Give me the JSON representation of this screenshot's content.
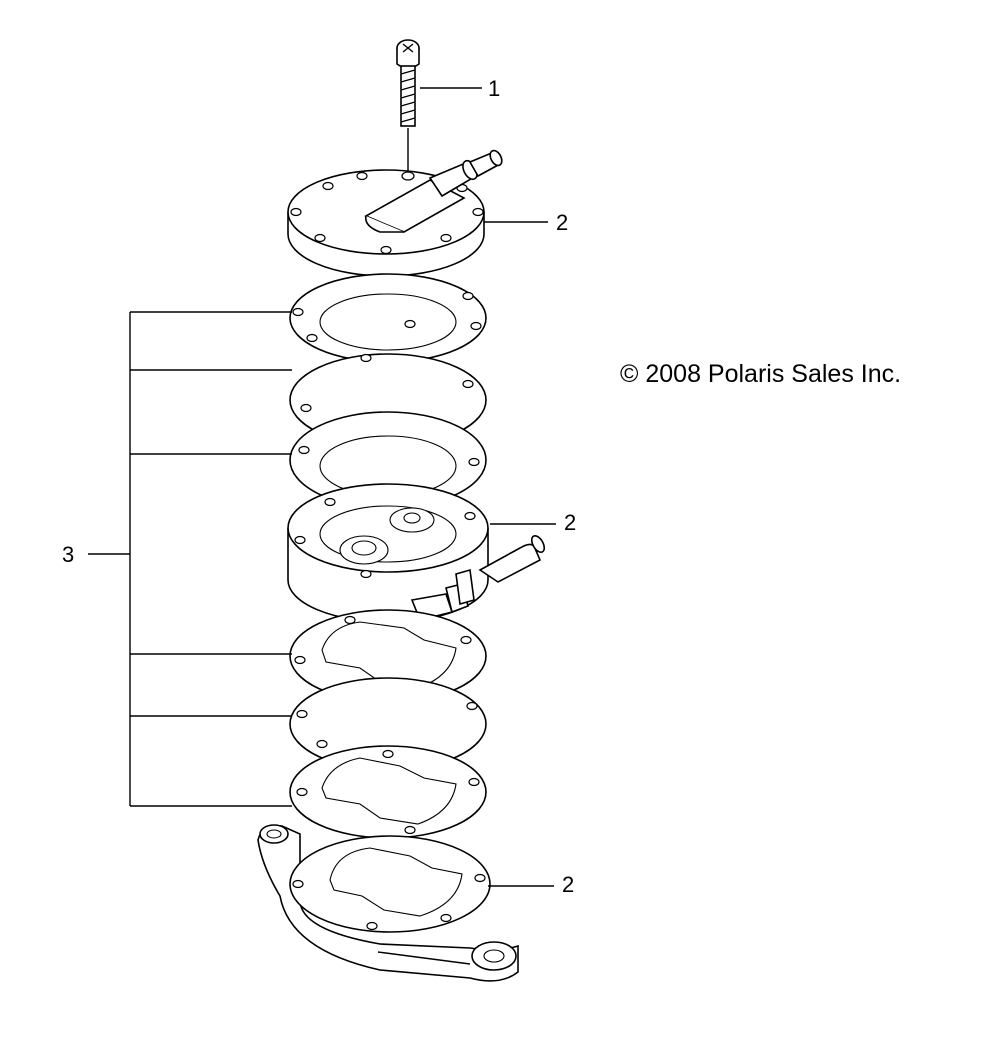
{
  "copyright": "© 2008 Polaris Sales Inc.",
  "callouts": [
    {
      "id": "screw",
      "label": "1"
    },
    {
      "id": "top-cover",
      "label": "2"
    },
    {
      "id": "pump-body",
      "label": "2"
    },
    {
      "id": "base-plate",
      "label": "2"
    },
    {
      "id": "gasket-kit",
      "label": "3"
    }
  ]
}
